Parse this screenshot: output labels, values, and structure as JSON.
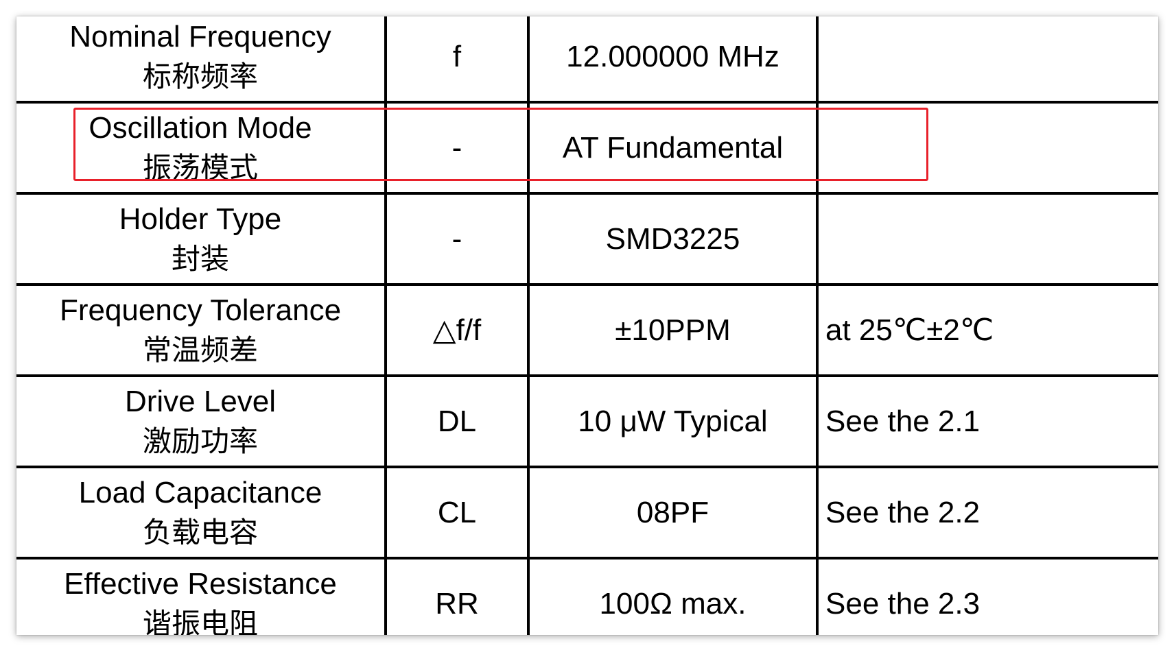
{
  "rows": [
    {
      "param_en": "Nominal Frequency",
      "param_zh": "标称频率",
      "symbol": "f",
      "value": "12.000000 MHz",
      "condition": ""
    },
    {
      "param_en": "Oscillation Mode",
      "param_zh": "振荡模式",
      "symbol": "-",
      "value": "AT Fundamental",
      "condition": ""
    },
    {
      "param_en": "Holder Type",
      "param_zh": "封装",
      "symbol": "-",
      "value": "SMD3225",
      "condition": ""
    },
    {
      "param_en": "Frequency Tolerance",
      "param_zh": "常温频差",
      "symbol": "△f/f",
      "value": "±10PPM",
      "condition": "at 25℃±2℃"
    },
    {
      "param_en": "Drive Level",
      "param_zh": "激励功率",
      "symbol": "DL",
      "value": "10 μW Typical",
      "condition": "See the 2.1"
    },
    {
      "param_en": "Load Capacitance",
      "param_zh": "负载电容",
      "symbol": "CL",
      "value": "08PF",
      "condition": "See the 2.2"
    },
    {
      "param_en": "Effective Resistance",
      "param_zh": "谐振电阻",
      "symbol": "RR",
      "value": "100Ω max.",
      "condition": "See the 2.3"
    }
  ],
  "highlight_color": "#e8202a"
}
